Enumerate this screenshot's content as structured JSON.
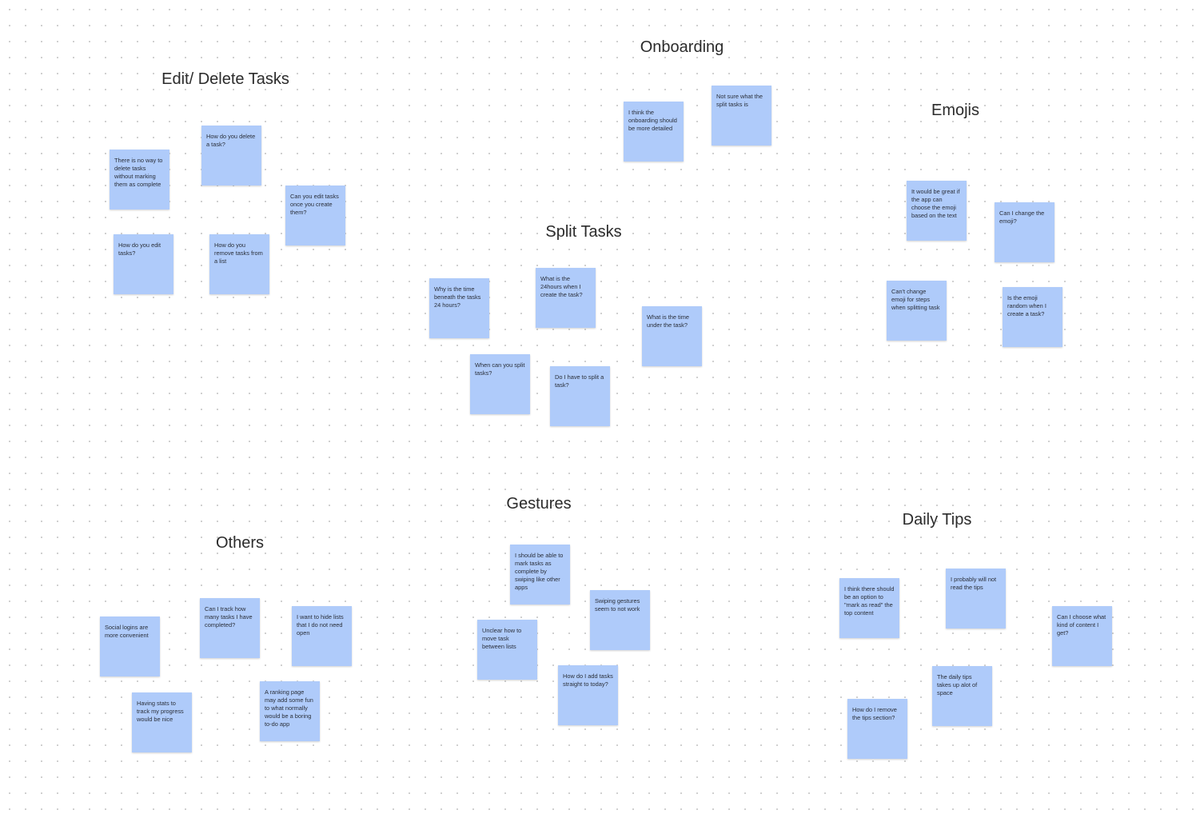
{
  "accent": {
    "sticky": "#afcbfa",
    "title": "#2b2b2b"
  },
  "sections": [
    {
      "title": "Edit/ Delete Tasks",
      "notes": [
        "There is no way to delete tasks without marking them as complete",
        "How do you delete a task?",
        "Can you edit tasks once you create them?",
        "How do you edit tasks?",
        "How do you remove tasks from a list"
      ]
    },
    {
      "title": "Onboarding",
      "notes": [
        "I think the onboarding should be more detailed",
        "Not sure what the split tasks is"
      ]
    },
    {
      "title": "Split Tasks",
      "notes": [
        "Why is the time beneath the tasks 24 hours?",
        "What is the 24hours when I create the task?",
        "What is the time under the task?",
        "When can you split tasks?",
        "Do I have to split a task?"
      ]
    },
    {
      "title": "Emojis",
      "notes": [
        "It would be great if the app can choose the emoji based on the text",
        "Can I change the emoji?",
        "Can't change emoji for steps when splitting task",
        "Is the emoji random when I create a task?"
      ]
    },
    {
      "title": "Others",
      "notes": [
        "Social logins are more convenient",
        "Can I track how many tasks I have completed?",
        "I want to hide lists that I do not need open",
        "Having stats to track my progress would be nice",
        "A ranking page may add some fun to what normally would be a boring to-do app"
      ]
    },
    {
      "title": "Gestures",
      "notes": [
        "I should be able to mark tasks as complete by swiping like other apps",
        "Swiping gestures seem to not work",
        "Unclear how to move task between lists",
        "How do I add tasks straight to today?"
      ]
    },
    {
      "title": "Daily Tips",
      "notes": [
        "I think there should be an option to \"mark as read\" the top content",
        "I probably will not read the tips",
        "Can I choose what kind of content I get?",
        "The daily tips takes up alot of space",
        "How do I remove the tips section?"
      ]
    }
  ]
}
